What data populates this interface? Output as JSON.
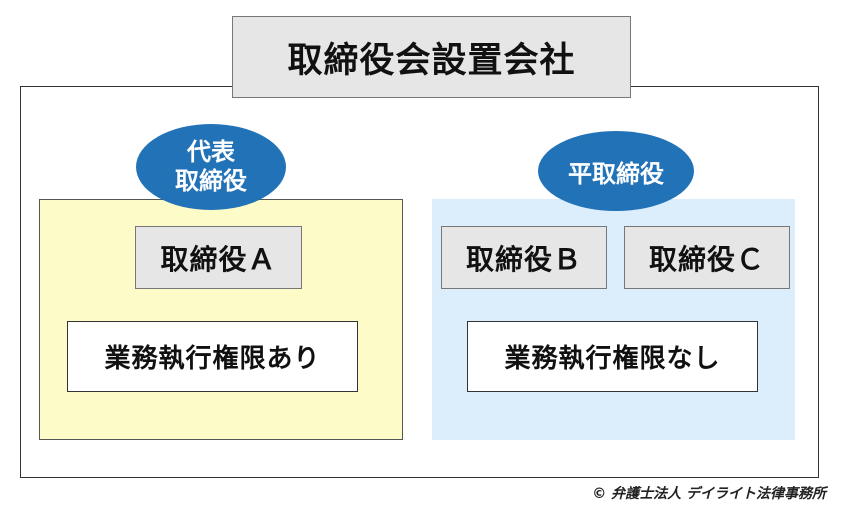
{
  "title": "取締役会設置会社",
  "left": {
    "oval_line1": "代表",
    "oval_line2": "取締役",
    "director": "取締役Ａ",
    "authority": "業務執行権限あり"
  },
  "right": {
    "oval": "平取締役",
    "director_b": "取締役Ｂ",
    "director_c": "取締役Ｃ",
    "authority": "業務執行権限なし"
  },
  "copyright": "© 弁護士法人 デイライト法律事務所",
  "colors": {
    "oval_blue": "#2272b8",
    "left_panel_yellow": "#fdfcc9",
    "right_panel_blue": "#dcedfb",
    "box_gray": "#e6e6e6"
  }
}
